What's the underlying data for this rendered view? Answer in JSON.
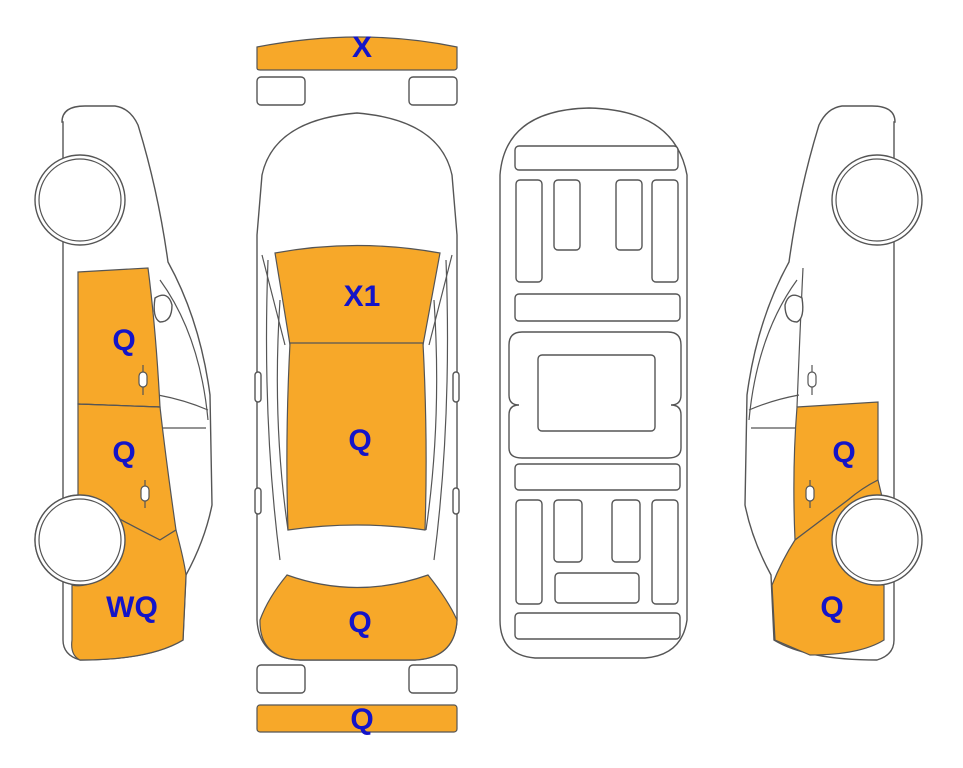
{
  "colors": {
    "damage_fill": "#F7A829",
    "outline": "#555555",
    "label_text": "#1414C8",
    "body_fill": "#FFFFFF"
  },
  "labels": {
    "front_bumper": "X",
    "windshield": "X1",
    "roof": "Q",
    "rear_window": "Q",
    "rear_bumper": "Q",
    "left_front_door": "Q",
    "left_rear_door": "Q",
    "left_rear_quarter": "WQ",
    "right_rear_door": "Q",
    "right_rear_quarter": "Q"
  }
}
